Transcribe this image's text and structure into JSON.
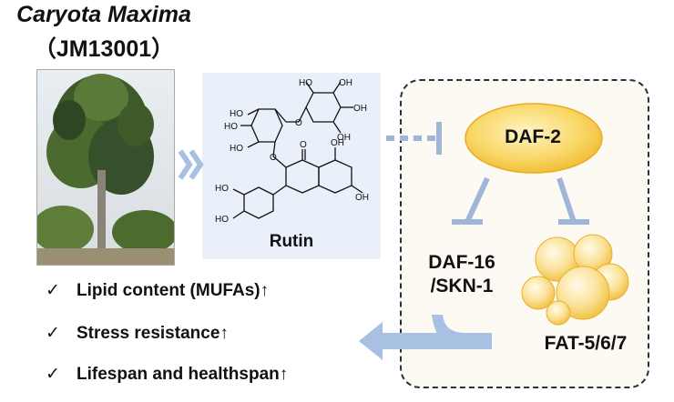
{
  "header": {
    "species": "Caryota Maxima",
    "strain": "（JM13001）"
  },
  "compound": {
    "name": "Rutin",
    "groups": {
      "oh": "HO",
      "ho": "HO",
      "hydroxyl": "OH",
      "oxygen": "O"
    }
  },
  "pathway": {
    "receptor": "DAF-2",
    "transcription_factor": [
      "DAF-16",
      "/SKN-1"
    ],
    "desaturase": "FAT-5/6/7"
  },
  "effects": [
    {
      "check": "✓",
      "text": "Lipid  content (MUFAs)↑"
    },
    {
      "check": "✓",
      "text": "Stress resistance↑"
    },
    {
      "check": "✓",
      "text": "Lifespan and healthspan↑"
    }
  ],
  "colors": {
    "arrow_blue": "#9fb6d9",
    "oval_fill": "#f6c842",
    "oval_light": "#fbe6a4",
    "panel_bg": "#eaf0f9",
    "box_border": "#2a3042"
  }
}
